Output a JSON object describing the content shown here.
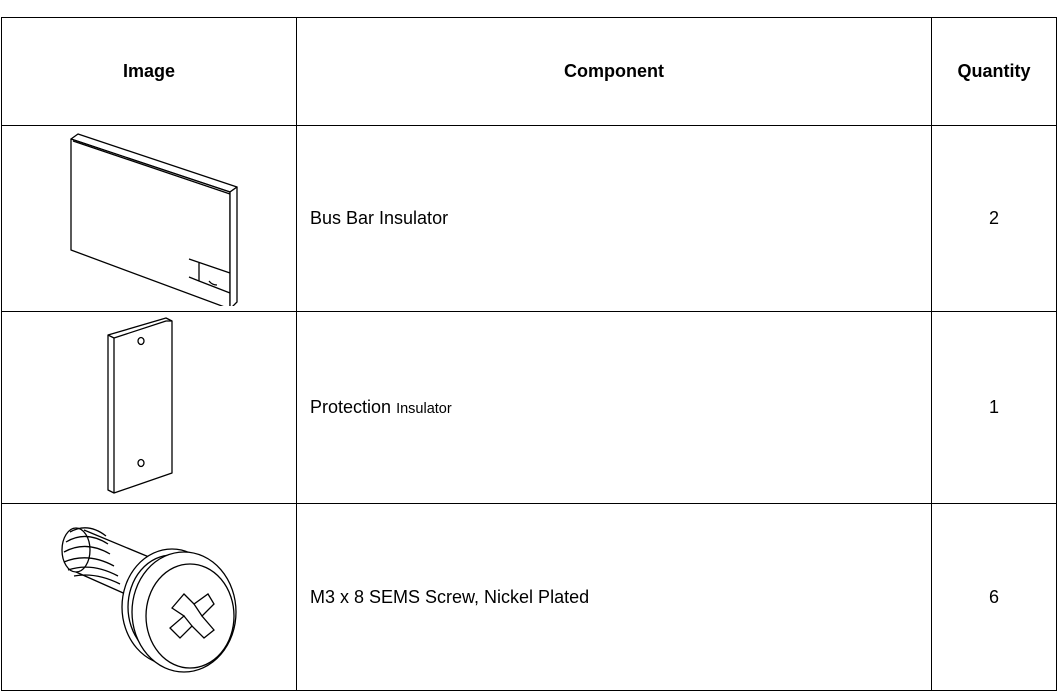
{
  "table": {
    "headers": {
      "image": "Image",
      "component": "Component",
      "quantity": "Quantity"
    },
    "rows": [
      {
        "image_icon": "bus-bar-insulator-icon",
        "component": "Bus Bar Insulator",
        "quantity": "2"
      },
      {
        "image_icon": "protection-insulator-icon",
        "component_main": "Protection",
        "component_small": "Insulator",
        "quantity": "1"
      },
      {
        "image_icon": "sems-screw-icon",
        "component": "M3 x 8 SEMS Screw, Nickel Plated",
        "quantity": "6"
      }
    ]
  }
}
